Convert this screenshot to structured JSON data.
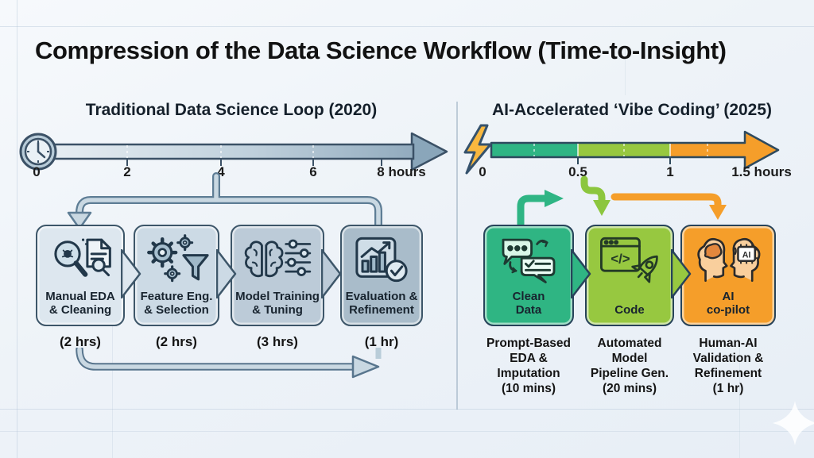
{
  "title": "Compression of the Data Science Workflow (Time-to-Insight)",
  "left": {
    "header": "Traditional Data Science Loop (2020)",
    "ticks": [
      "0",
      "2",
      "4",
      "6",
      "8 hours"
    ],
    "steps": [
      {
        "label": "Manual EDA\n& Cleaning",
        "time": "(2 hrs)",
        "icon": "magnifier-bug-document-icon"
      },
      {
        "label": "Feature Eng.\n& Selection",
        "time": "(2 hrs)",
        "icon": "gears-funnel-icon"
      },
      {
        "label": "Model Training\n& Tuning",
        "time": "(3 hrs)",
        "icon": "brain-sliders-icon"
      },
      {
        "label": "Evaluation &\nRefinement",
        "time": "(1 hr)",
        "icon": "chart-check-icon"
      }
    ]
  },
  "right": {
    "header": "AI-Accelerated ‘Vibe Coding’ (2025)",
    "ticks": [
      "0",
      "0.5",
      "1",
      "1.5 hours"
    ],
    "steps": [
      {
        "label": "Clean\nData",
        "caption": "Prompt-Based\nEDA &\nImputation\n(10 mins)",
        "icon": "chat-bubbles-icon",
        "color": "#2fb584"
      },
      {
        "label": "Code",
        "caption": "Automated\nModel\nPipeline Gen.\n(20 mins)",
        "icon": "code-rocket-icon",
        "color": "#97c840",
        "code_glyph": "</>"
      },
      {
        "label": "AI\nco-pilot",
        "caption": "Human-AI\nValidation &\nRefinement\n(1 hr)",
        "icon": "human-ai-heads-icon",
        "color": "#f59e2a",
        "chip": "AI"
      }
    ]
  },
  "colors": {
    "background": "#eef3f8",
    "outline_dark": "#3d5669",
    "left_box_fills": [
      "#dde7ef",
      "#ccdae5",
      "#bccbd8",
      "#a9bcca"
    ],
    "left_bar_gradient": [
      "#e6edf2",
      "#92abbe"
    ],
    "teal": "#2fb584",
    "green": "#97c840",
    "orange": "#f59e2a",
    "bolt_yellow": "#f9b83f"
  }
}
